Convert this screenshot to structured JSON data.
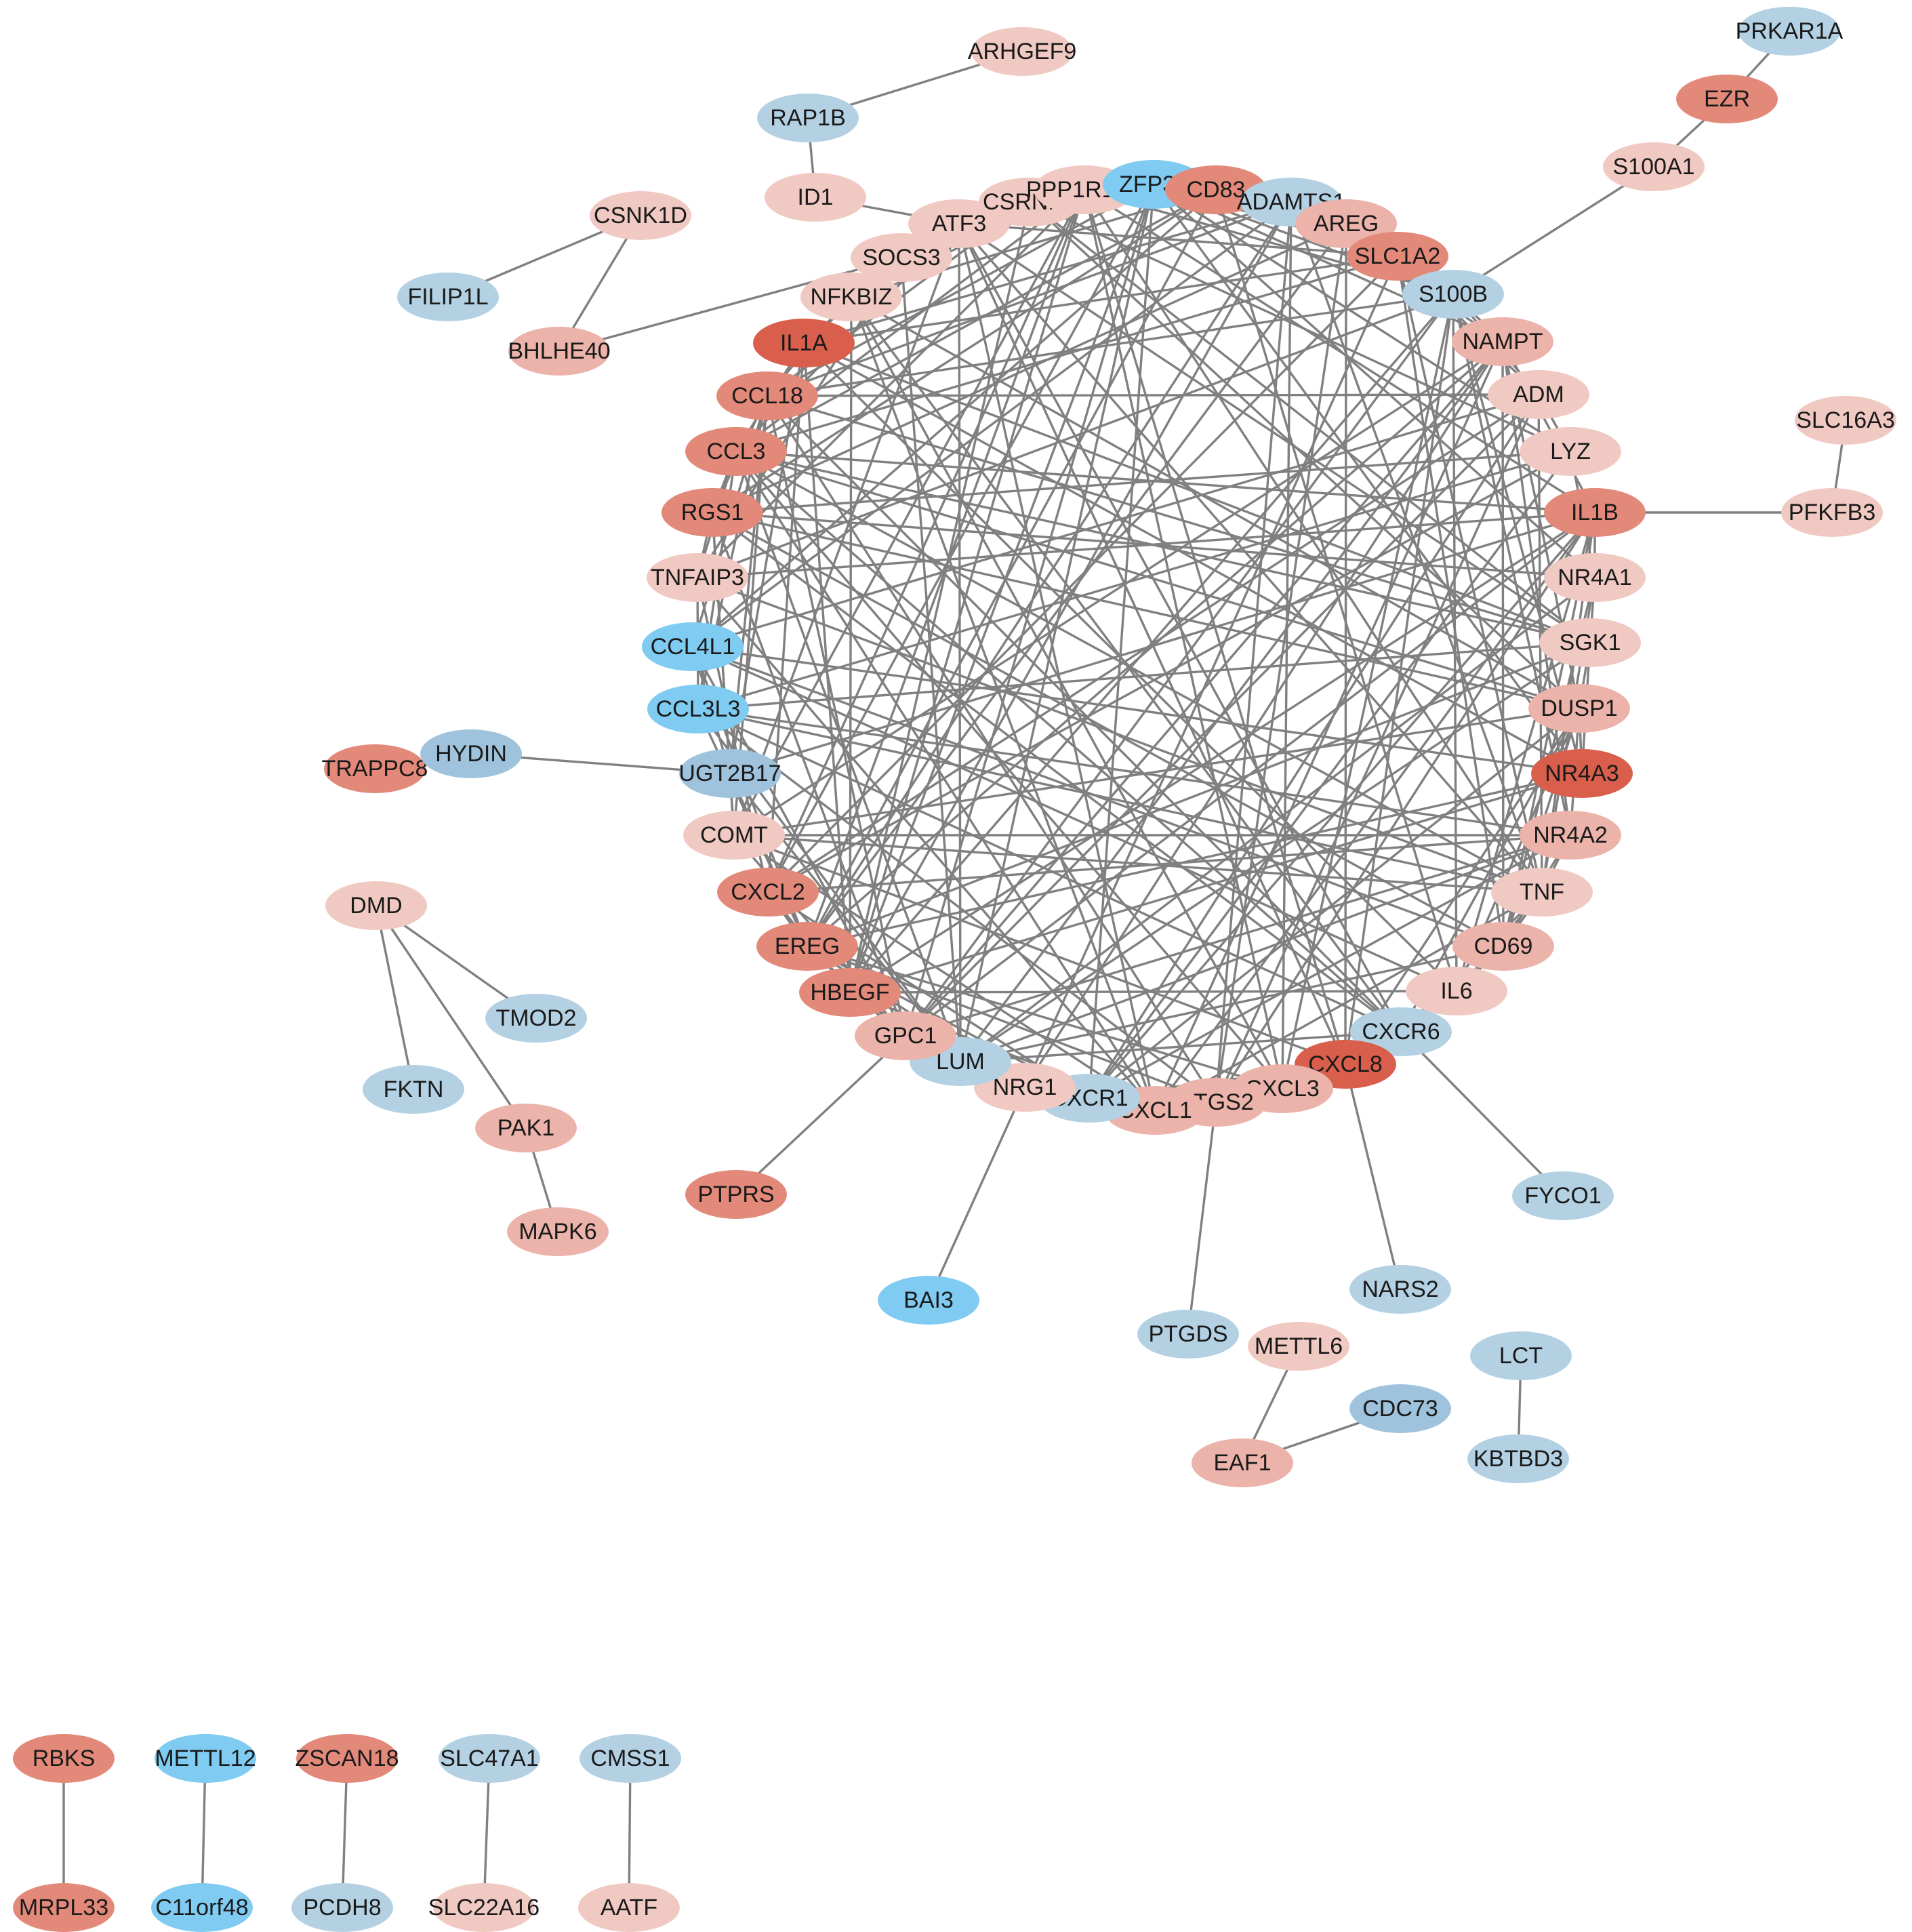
{
  "colors": {
    "up_strong": "#d95f4c",
    "up_mid": "#e2897a",
    "up_light": "#ebb3aa",
    "up_pale": "#f0c9c2",
    "down_bright": "#7fcbf2",
    "down_mid": "#9fc3dc",
    "down_light": "#b3d1e3",
    "edge": "#808080"
  },
  "nodes": [
    {
      "id": "ARHGEF9",
      "label": "ARHGEF9",
      "color": "up_pale"
    },
    {
      "id": "RAP1B",
      "label": "RAP1B",
      "color": "down_light"
    },
    {
      "id": "ID1",
      "label": "ID1",
      "color": "up_pale"
    },
    {
      "id": "CSNK1D",
      "label": "CSNK1D",
      "color": "up_pale"
    },
    {
      "id": "FILIP1L",
      "label": "FILIP1L",
      "color": "down_light"
    },
    {
      "id": "BHLHE40",
      "label": "BHLHE40",
      "color": "up_light"
    },
    {
      "id": "PRKAR1A",
      "label": "PRKAR1A",
      "color": "down_light"
    },
    {
      "id": "EZR",
      "label": "EZR",
      "color": "up_mid"
    },
    {
      "id": "S100A1",
      "label": "S100A1",
      "color": "up_pale"
    },
    {
      "id": "SLC16A3",
      "label": "SLC16A3",
      "color": "up_pale"
    },
    {
      "id": "PFKFB3",
      "label": "PFKFB3",
      "color": "up_pale"
    },
    {
      "id": "TRAPPC8",
      "label": "TRAPPC8",
      "color": "up_mid"
    },
    {
      "id": "HYDIN",
      "label": "HYDIN",
      "color": "down_mid"
    },
    {
      "id": "DMD",
      "label": "DMD",
      "color": "up_pale"
    },
    {
      "id": "TMOD2",
      "label": "TMOD2",
      "color": "down_light"
    },
    {
      "id": "FKTN",
      "label": "FKTN",
      "color": "down_light"
    },
    {
      "id": "PAK1",
      "label": "PAK1",
      "color": "up_light"
    },
    {
      "id": "MAPK6",
      "label": "MAPK6",
      "color": "up_light"
    },
    {
      "id": "PTPRS",
      "label": "PTPRS",
      "color": "up_mid"
    },
    {
      "id": "BAI3",
      "label": "BAI3",
      "color": "down_bright"
    },
    {
      "id": "PTGDS",
      "label": "PTGDS",
      "color": "down_light"
    },
    {
      "id": "NARS2",
      "label": "NARS2",
      "color": "down_light"
    },
    {
      "id": "FYCO1",
      "label": "FYCO1",
      "color": "down_light"
    },
    {
      "id": "METTL6",
      "label": "METTL6",
      "color": "up_pale"
    },
    {
      "id": "CDC73",
      "label": "CDC73",
      "color": "down_mid"
    },
    {
      "id": "EAF1",
      "label": "EAF1",
      "color": "up_light"
    },
    {
      "id": "LCT",
      "label": "LCT",
      "color": "down_light"
    },
    {
      "id": "KBTBD3",
      "label": "KBTBD3",
      "color": "down_light"
    },
    {
      "id": "RBKS",
      "label": "RBKS",
      "color": "up_mid"
    },
    {
      "id": "MRPL33",
      "label": "MRPL33",
      "color": "up_mid"
    },
    {
      "id": "METTL12",
      "label": "METTL12",
      "color": "down_bright"
    },
    {
      "id": "C11orf48",
      "label": "C11orf48",
      "color": "down_bright"
    },
    {
      "id": "ZSCAN18",
      "label": "ZSCAN18",
      "color": "up_mid"
    },
    {
      "id": "PCDH8",
      "label": "PCDH8",
      "color": "down_light"
    },
    {
      "id": "SLC47A1",
      "label": "SLC47A1",
      "color": "down_light"
    },
    {
      "id": "SLC22A16",
      "label": "SLC22A16",
      "color": "up_pale"
    },
    {
      "id": "CMSS1",
      "label": "CMSS1",
      "color": "down_light"
    },
    {
      "id": "AATF",
      "label": "AATF",
      "color": "up_pale"
    },
    {
      "id": "ATF3",
      "label": "ATF3",
      "color": "up_pale"
    },
    {
      "id": "CSRNP1",
      "label": "CSRNP1",
      "color": "up_pale"
    },
    {
      "id": "PPP1R15A",
      "label": "PPP1R15A",
      "color": "up_pale"
    },
    {
      "id": "ZFP36",
      "label": "ZFP36",
      "color": "down_bright"
    },
    {
      "id": "CD83",
      "label": "CD83",
      "color": "up_mid"
    },
    {
      "id": "ADAMTS1",
      "label": "ADAMTS1",
      "color": "down_light"
    },
    {
      "id": "AREG",
      "label": "AREG",
      "color": "up_light"
    },
    {
      "id": "SLC1A2",
      "label": "SLC1A2",
      "color": "up_mid"
    },
    {
      "id": "S100B",
      "label": "S100B",
      "color": "down_light"
    },
    {
      "id": "NAMPT",
      "label": "NAMPT",
      "color": "up_light"
    },
    {
      "id": "ADM",
      "label": "ADM",
      "color": "up_pale"
    },
    {
      "id": "LYZ",
      "label": "LYZ",
      "color": "up_pale"
    },
    {
      "id": "IL1B",
      "label": "IL1B",
      "color": "up_mid"
    },
    {
      "id": "NR4A1",
      "label": "NR4A1",
      "color": "up_pale"
    },
    {
      "id": "SGK1",
      "label": "SGK1",
      "color": "up_pale"
    },
    {
      "id": "DUSP1",
      "label": "DUSP1",
      "color": "up_light"
    },
    {
      "id": "NR4A3",
      "label": "NR4A3",
      "color": "up_strong"
    },
    {
      "id": "NR4A2",
      "label": "NR4A2",
      "color": "up_light"
    },
    {
      "id": "TNF",
      "label": "TNF",
      "color": "up_pale"
    },
    {
      "id": "CD69",
      "label": "CD69",
      "color": "up_light"
    },
    {
      "id": "IL6",
      "label": "IL6",
      "color": "up_pale"
    },
    {
      "id": "CXCR6",
      "label": "CXCR6",
      "color": "down_light"
    },
    {
      "id": "CXCL8",
      "label": "CXCL8",
      "color": "up_strong"
    },
    {
      "id": "CXCL3",
      "label": "CXCL3",
      "color": "up_light"
    },
    {
      "id": "PTGS2",
      "label": "PTGS2",
      "color": "up_light"
    },
    {
      "id": "CXCL1",
      "label": "CXCL1",
      "color": "up_light"
    },
    {
      "id": "CXCR1",
      "label": "CXCR1",
      "color": "down_light"
    },
    {
      "id": "NRG1",
      "label": "NRG1",
      "color": "up_pale"
    },
    {
      "id": "LUM",
      "label": "LUM",
      "color": "down_light"
    },
    {
      "id": "GPC1",
      "label": "GPC1",
      "color": "up_light"
    },
    {
      "id": "HBEGF",
      "label": "HBEGF",
      "color": "up_mid"
    },
    {
      "id": "EREG",
      "label": "EREG",
      "color": "up_mid"
    },
    {
      "id": "CXCL2",
      "label": "CXCL2",
      "color": "up_mid"
    },
    {
      "id": "COMT",
      "label": "COMT",
      "color": "up_pale"
    },
    {
      "id": "UGT2B17",
      "label": "UGT2B17",
      "color": "down_mid"
    },
    {
      "id": "CCL3L3",
      "label": "CCL3L3",
      "color": "down_bright"
    },
    {
      "id": "CCL4L1",
      "label": "CCL4L1",
      "color": "down_bright"
    },
    {
      "id": "TNFAIP3",
      "label": "TNFAIP3",
      "color": "up_pale"
    },
    {
      "id": "RGS1",
      "label": "RGS1",
      "color": "up_mid"
    },
    {
      "id": "CCL3",
      "label": "CCL3",
      "color": "up_mid"
    },
    {
      "id": "CCL18",
      "label": "CCL18",
      "color": "up_mid"
    },
    {
      "id": "IL1A",
      "label": "IL1A",
      "color": "up_strong"
    },
    {
      "id": "NFKBIZ",
      "label": "NFKBIZ",
      "color": "up_pale"
    },
    {
      "id": "SOCS3",
      "label": "SOCS3",
      "color": "up_pale"
    }
  ],
  "edges": [
    [
      "ARHGEF9",
      "RAP1B"
    ],
    [
      "RAP1B",
      "ID1"
    ],
    [
      "ID1",
      "ATF3"
    ],
    [
      "CSNK1D",
      "FILIP1L"
    ],
    [
      "CSNK1D",
      "BHLHE40"
    ],
    [
      "BHLHE40",
      "SOCS3"
    ],
    [
      "PRKAR1A",
      "EZR"
    ],
    [
      "EZR",
      "S100A1"
    ],
    [
      "S100A1",
      "S100B"
    ],
    [
      "SLC16A3",
      "PFKFB3"
    ],
    [
      "PFKFB3",
      "IL1B"
    ],
    [
      "TRAPPC8",
      "HYDIN"
    ],
    [
      "HYDIN",
      "UGT2B17"
    ],
    [
      "DMD",
      "TMOD2"
    ],
    [
      "DMD",
      "FKTN"
    ],
    [
      "DMD",
      "PAK1"
    ],
    [
      "PAK1",
      "MAPK6"
    ],
    [
      "GPC1",
      "PTPRS"
    ],
    [
      "NRG1",
      "BAI3"
    ],
    [
      "PTGS2",
      "PTGDS"
    ],
    [
      "CXCL8",
      "NARS2"
    ],
    [
      "CXCR6",
      "FYCO1"
    ],
    [
      "METTL6",
      "EAF1"
    ],
    [
      "EAF1",
      "CDC73"
    ],
    [
      "LCT",
      "KBTBD3"
    ],
    [
      "RBKS",
      "MRPL33"
    ],
    [
      "METTL12",
      "C11orf48"
    ],
    [
      "ZSCAN18",
      "PCDH8"
    ],
    [
      "SLC47A1",
      "SLC22A16"
    ],
    [
      "CMSS1",
      "AATF"
    ]
  ]
}
